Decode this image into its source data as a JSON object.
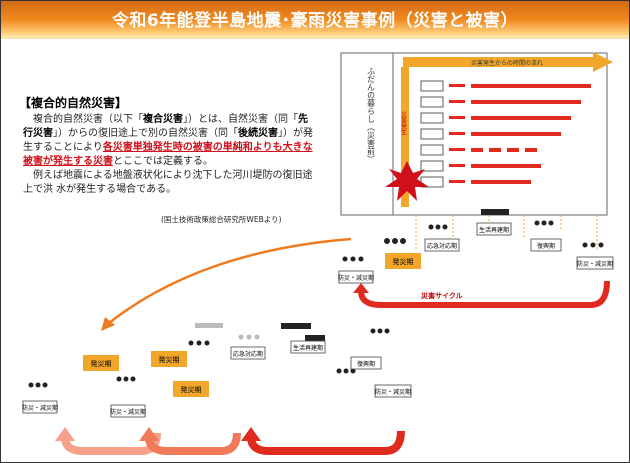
{
  "title": "令和6年能登半島地震･豪雨災害事例（災害と被害）",
  "section_heading": "【複合的自然災害】",
  "paragraph1": {
    "a": "複合的自然災害（以下「",
    "b": "複合災害",
    "c": "」）とは、自然災害（同「",
    "d": "先行災害",
    "e": "」）からの復旧途上で別の自然災害（同「",
    "f": "後続災害",
    "g": "」）が発生することにより",
    "h": "各災害単独発生時の被害の単純和よりも大きな被害が発生する災害",
    "i": "とここでは定義する。"
  },
  "paragraph2": "例えば地震による地盤液状化により沈下した河川堤防の復旧途上で洪 水が発生する場合である。",
  "source": "(国土技術政策総合研究所WEBより)",
  "diagram": {
    "daily_life": "ふだんの暮らし（災害前）",
    "timeline": "災害発生からの時間の流れ",
    "disaster_occurs": "災害発生",
    "phases_top": [
      "発災期",
      "応急対応期",
      "生活再建期",
      "復興期",
      "防災・減災期"
    ],
    "cycle": "災害サイクル",
    "phases_bottom": [
      "発災期",
      "発災期",
      "発災期",
      "応急対応期",
      "生活再建期",
      "復興期",
      "防災・減災期",
      "防災・減災期",
      "防災・減災期"
    ],
    "impact_rows": [
      "",
      "",
      "",
      "",
      "",
      "",
      ""
    ],
    "colors": {
      "orange": "#f3a72a",
      "red": "#e02a1e",
      "grey": "#888888"
    }
  }
}
